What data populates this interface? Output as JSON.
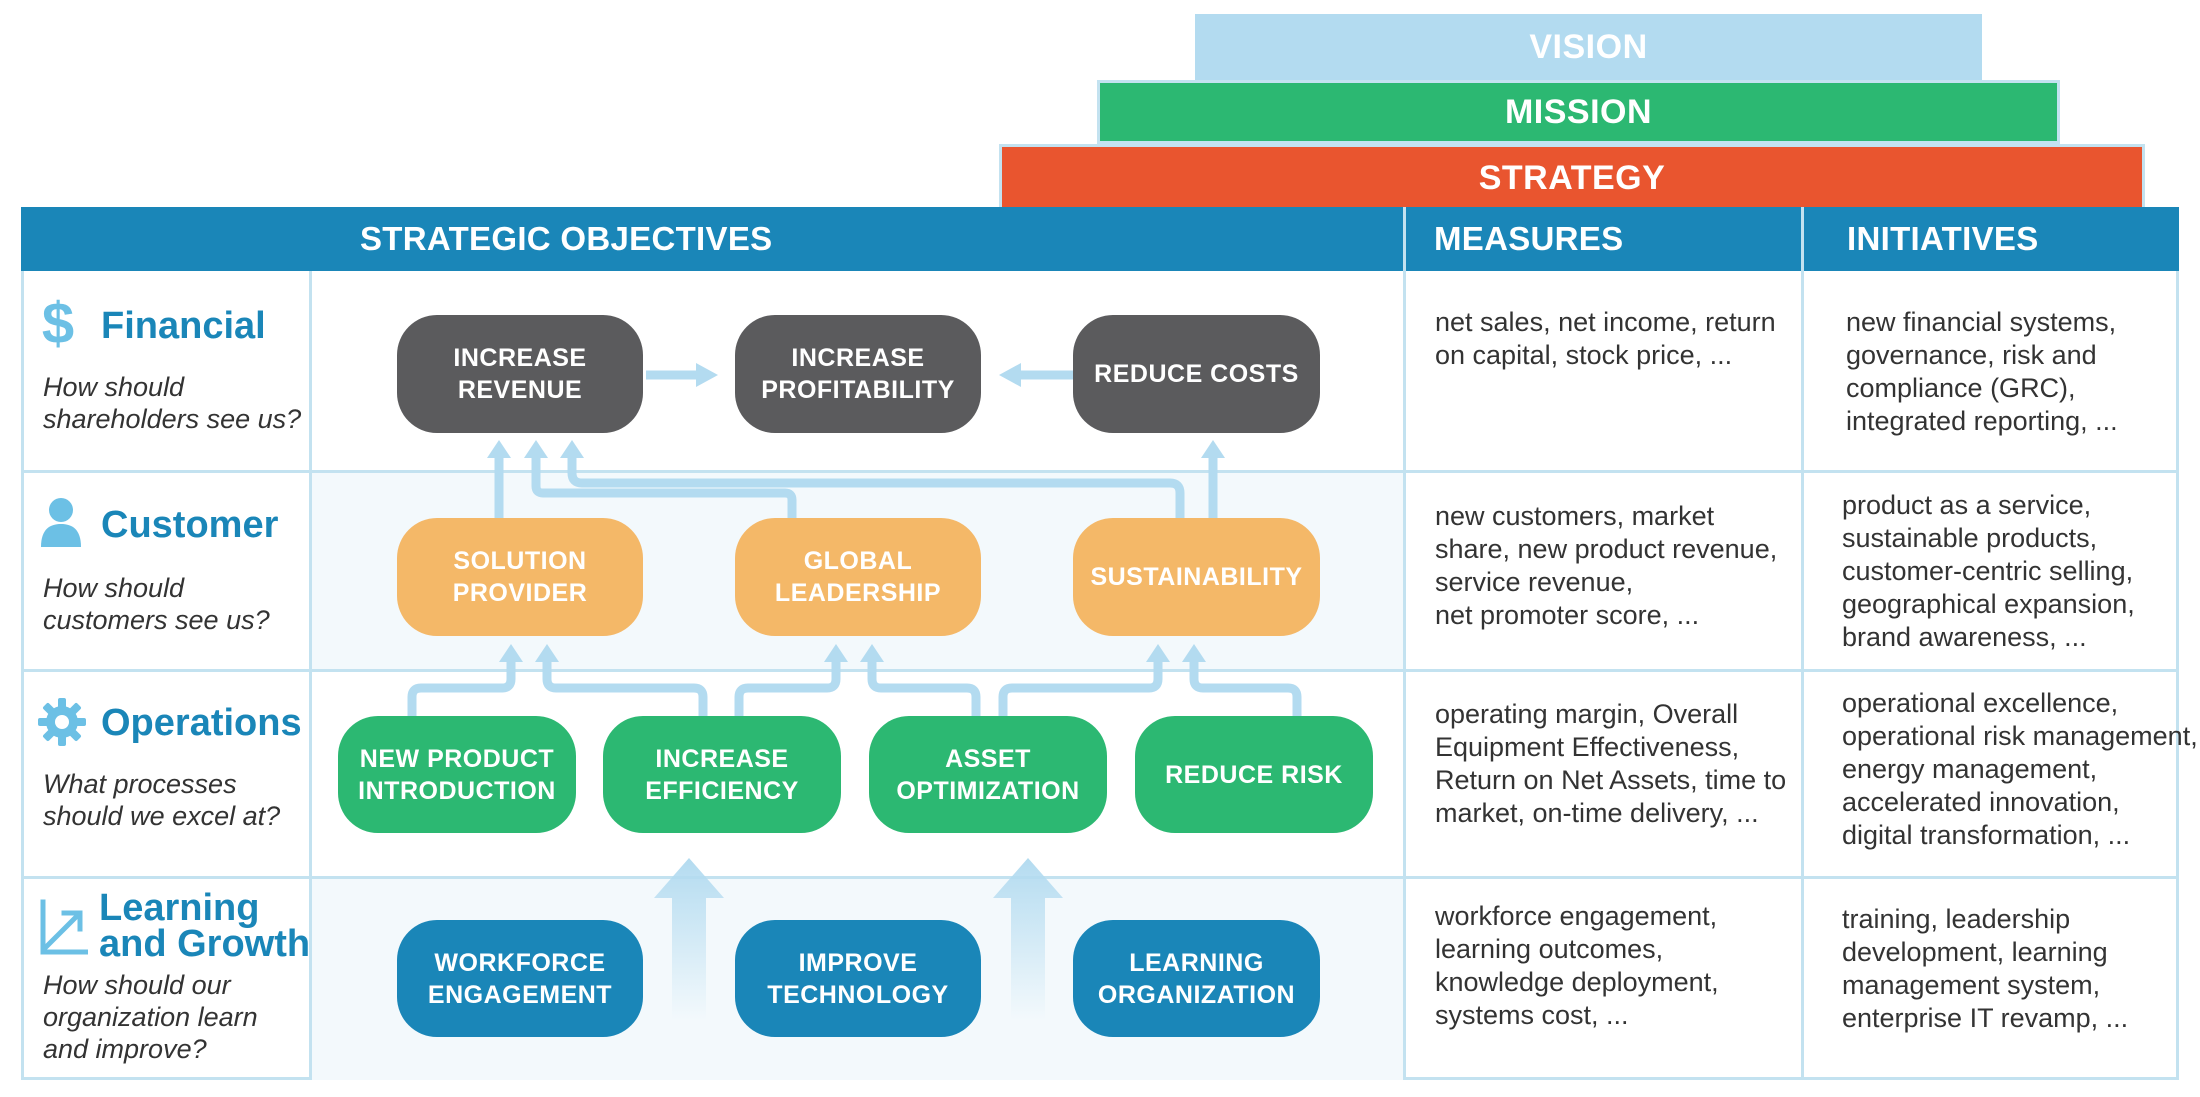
{
  "tiers": {
    "vision": "VISION",
    "mission": "MISSION",
    "strategy": "STRATEGY"
  },
  "headers": {
    "objectives": "STRATEGIC OBJECTIVES",
    "measures": "MEASURES",
    "initiatives": "INITIATIVES"
  },
  "colors": {
    "header_blue": "#1a86b8",
    "vision": "#b3dbf0",
    "mission": "#2cb872",
    "strategy": "#e9552f",
    "dark": "#5b5b5d",
    "orange": "#f4b868",
    "green": "#2cb872",
    "blue": "#1a86b8",
    "arrow": "#b3dbf0"
  },
  "perspectives": [
    {
      "title": "Financial",
      "question_line1": "How should",
      "question_line2": "shareholders see us?",
      "question_line3": "",
      "icon": "dollar-icon",
      "objectives": [
        {
          "line1": "INCREASE",
          "line2": "REVENUE"
        },
        {
          "line1": "INCREASE",
          "line2": "PROFITABILITY"
        },
        {
          "line1": "REDUCE COSTS",
          "line2": ""
        }
      ],
      "measures": [
        "net sales, net income, return",
        "on capital, stock price, ..."
      ],
      "initiatives": [
        "new financial systems,",
        "governance, risk and",
        "compliance (GRC),",
        "integrated reporting, ..."
      ]
    },
    {
      "title": "Customer",
      "question_line1": "How should",
      "question_line2": "customers see us?",
      "question_line3": "",
      "icon": "person-icon",
      "objectives": [
        {
          "line1": "SOLUTION",
          "line2": "PROVIDER"
        },
        {
          "line1": "GLOBAL",
          "line2": "LEADERSHIP"
        },
        {
          "line1": "SUSTAINABILITY",
          "line2": ""
        }
      ],
      "measures": [
        "new customers, market",
        "share, new product revenue,",
        "service revenue,",
        "net promoter score, ..."
      ],
      "initiatives": [
        "product as a service,",
        "sustainable products,",
        "customer-centric selling,",
        "geographical expansion,",
        "brand awareness, ..."
      ]
    },
    {
      "title": "Operations",
      "question_line1": "What processes",
      "question_line2": "should we excel at?",
      "question_line3": "",
      "icon": "gear-icon",
      "objectives": [
        {
          "line1": "NEW PRODUCT",
          "line2": "INTRODUCTION"
        },
        {
          "line1": "INCREASE",
          "line2": "EFFICIENCY"
        },
        {
          "line1": "ASSET",
          "line2": "OPTIMIZATION"
        },
        {
          "line1": "REDUCE RISK",
          "line2": ""
        }
      ],
      "measures": [
        "operating margin, Overall",
        "Equipment Effectiveness,",
        "Return on Net Assets, time to",
        "market, on-time delivery, ..."
      ],
      "initiatives": [
        "operational excellence,",
        "operational risk management,",
        "energy management,",
        "accelerated innovation,",
        "digital transformation, ..."
      ]
    },
    {
      "title_line1": "Learning",
      "title_line2": "and Growth",
      "question_line1": "How should our",
      "question_line2": "organization learn",
      "question_line3": "and improve?",
      "icon": "growth-arrow-icon",
      "objectives": [
        {
          "line1": "WORKFORCE",
          "line2": "ENGAGEMENT"
        },
        {
          "line1": "IMPROVE",
          "line2": "TECHNOLOGY"
        },
        {
          "line1": "LEARNING",
          "line2": "ORGANIZATION"
        }
      ],
      "measures": [
        "workforce engagement,",
        "learning outcomes,",
        "knowledge deployment,",
        "systems cost, ..."
      ],
      "initiatives": [
        "training, leadership",
        "development, learning",
        "management system,",
        "enterprise IT revamp, ..."
      ]
    }
  ]
}
